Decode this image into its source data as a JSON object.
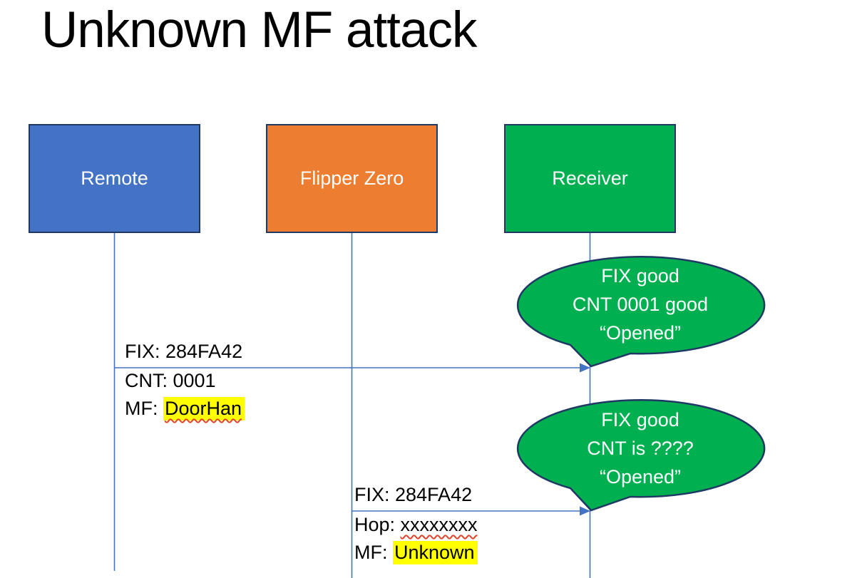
{
  "title": "Unknown MF attack",
  "actors": [
    {
      "id": "remote",
      "label": "Remote",
      "fill": "#4472C4"
    },
    {
      "id": "flipper-zero",
      "label": "Flipper Zero",
      "fill": "#ED7D31"
    },
    {
      "id": "receiver",
      "label": "Receiver",
      "fill": "#00B050"
    }
  ],
  "messages": [
    {
      "from": "remote",
      "to": "receiver",
      "line1": "FIX: 284FA42",
      "line2": "CNT: 0001",
      "line3_prefix": "MF: ",
      "line3_value": "DoorHan",
      "line3_style": "highlighted, spellcheck-underline"
    },
    {
      "from": "flipper-zero",
      "to": "receiver",
      "line1": "FIX: 284FA42",
      "line2_prefix": "Hop: ",
      "line2_value": "xxxxxxxx",
      "line2_style": "spellcheck-underline",
      "line3_prefix": "MF: ",
      "line3_value": "Unknown",
      "line3_style": "highlighted"
    }
  ],
  "callouts": [
    {
      "attached_to": "receiver",
      "line1": "FIX good",
      "line2": "CNT 0001 good",
      "line3": "“Opened”"
    },
    {
      "attached_to": "receiver",
      "line1": "FIX good",
      "line2": "CNT is ????",
      "line3": "“Opened”"
    }
  ],
  "colors": {
    "actor_remote_fill": "#4472C4",
    "actor_flipper_fill": "#ED7D31",
    "actor_receiver_fill": "#00B050",
    "shape_border_navy": "#1F3864",
    "connector_blue": "#4472C4",
    "callout_fill_green": "#00B050",
    "highlight_yellow": "#FFFF00",
    "spellcheck_red": "#E0442A",
    "text_black": "#000000",
    "text_white": "#FFFFFF",
    "background": "#FFFFFF"
  }
}
